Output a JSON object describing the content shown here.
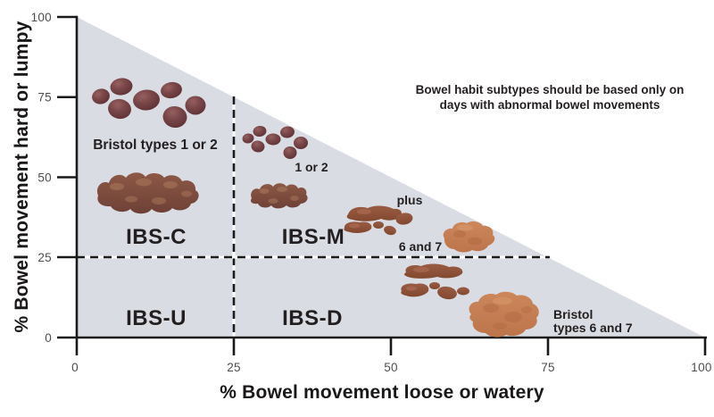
{
  "chart_data": {
    "type": "scatter",
    "title": "",
    "xlabel": "% Bowel movement loose or watery",
    "ylabel": "% Bowel movement hard or lumpy",
    "xlim": [
      0,
      100
    ],
    "ylim": [
      0,
      100
    ],
    "x_ticks": [
      0,
      25,
      50,
      75,
      100
    ],
    "y_ticks": [
      0,
      25,
      50,
      75,
      100
    ],
    "grid": false,
    "plot_region": "shaded right triangle with vertices (0,0), (0,100), (100,0); hard% + loose% cannot exceed 100",
    "boundary_lines": [
      {
        "axis": "x",
        "value": 25,
        "style": "dashed",
        "extent": "from y=0 up to hypotenuse at y=75"
      },
      {
        "axis": "y",
        "value": 25,
        "style": "dashed",
        "extent": "from x=0 right to hypotenuse at x=75"
      }
    ],
    "regions": [
      {
        "label": "IBS-C",
        "x_range": [
          0,
          25
        ],
        "y_range": [
          25,
          100
        ],
        "illustrations": [
          "Bristol type 1 pebbles",
          "Bristol type 2 lumpy sausage"
        ]
      },
      {
        "label": "IBS-M",
        "x_range": [
          25,
          75
        ],
        "y_range": [
          25,
          75
        ],
        "illustrations": [
          "small Bristol 1 or 2 pebbles and lumpy sausage",
          "plus Bristol 6 pieces and Bristol 7 watery blob"
        ]
      },
      {
        "label": "IBS-U",
        "x_range": [
          0,
          25
        ],
        "y_range": [
          0,
          25
        ],
        "illustrations": []
      },
      {
        "label": "IBS-D",
        "x_range": [
          25,
          75
        ],
        "y_range": [
          0,
          25
        ],
        "illustrations": [
          "Bristol type 6 mushy pieces",
          "Bristol type 7 watery blob"
        ]
      }
    ],
    "annotations": [
      {
        "text": "Bristol types 1 or 2",
        "x": 12.5,
        "y": 59
      },
      {
        "text": "1 or 2",
        "x": 37.5,
        "y": 52
      },
      {
        "text": "plus",
        "x": 53,
        "y": 41.5
      },
      {
        "text": "6 and 7",
        "x": 54.5,
        "y": 27
      },
      {
        "text": "Bristol types 6 and 7",
        "x": 76,
        "y": 5
      },
      {
        "text": "Bowel habit subtypes should be based only on days with abnormal bowel movements",
        "x": 75,
        "y": 76
      }
    ]
  },
  "labels": {
    "ylabel": "% Bowel movement hard or lumpy",
    "xlabel": "% Bowel movement loose or watery",
    "region_ibs_c": "IBS-C",
    "region_ibs_m": "IBS-M",
    "region_ibs_u": "IBS-U",
    "region_ibs_d": "IBS-D",
    "bristol_1_2": "Bristol types 1 or 2",
    "bristol_1_2_short": "1 or 2",
    "plus": "plus",
    "bristol_6_7_short": "6 and 7",
    "bristol_6_7_line1": "Bristol",
    "bristol_6_7_line2": "types 6 and 7",
    "note_line1": "Bowel habit subtypes should be based only on",
    "note_line2": "days with abnormal bowel movements"
  },
  "ticks": {
    "y": [
      "100",
      "75",
      "50",
      "25",
      "0"
    ],
    "x": [
      "0",
      "25",
      "50",
      "75",
      "100"
    ]
  },
  "colors": {
    "triangle_fill": "#d9dce3",
    "axis_line": "#1a1a1a",
    "dashed_line": "#1a1a1a",
    "tick_label": "#4d4d4f",
    "text": "#231f20",
    "stool_dark_pebble": "#6b3a3e",
    "stool_dark_pebble_highlight": "#96605f",
    "stool_lumpy_brown": "#7c4a3d",
    "stool_lumpy_highlight": "#9d6b53",
    "stool_loose_brown": "#8e5340",
    "stool_loose_highlight": "#a96850",
    "stool_watery_orange": "#c67f53",
    "stool_watery_dark": "#b06a42",
    "stool_watery_light": "#d89a6c"
  }
}
